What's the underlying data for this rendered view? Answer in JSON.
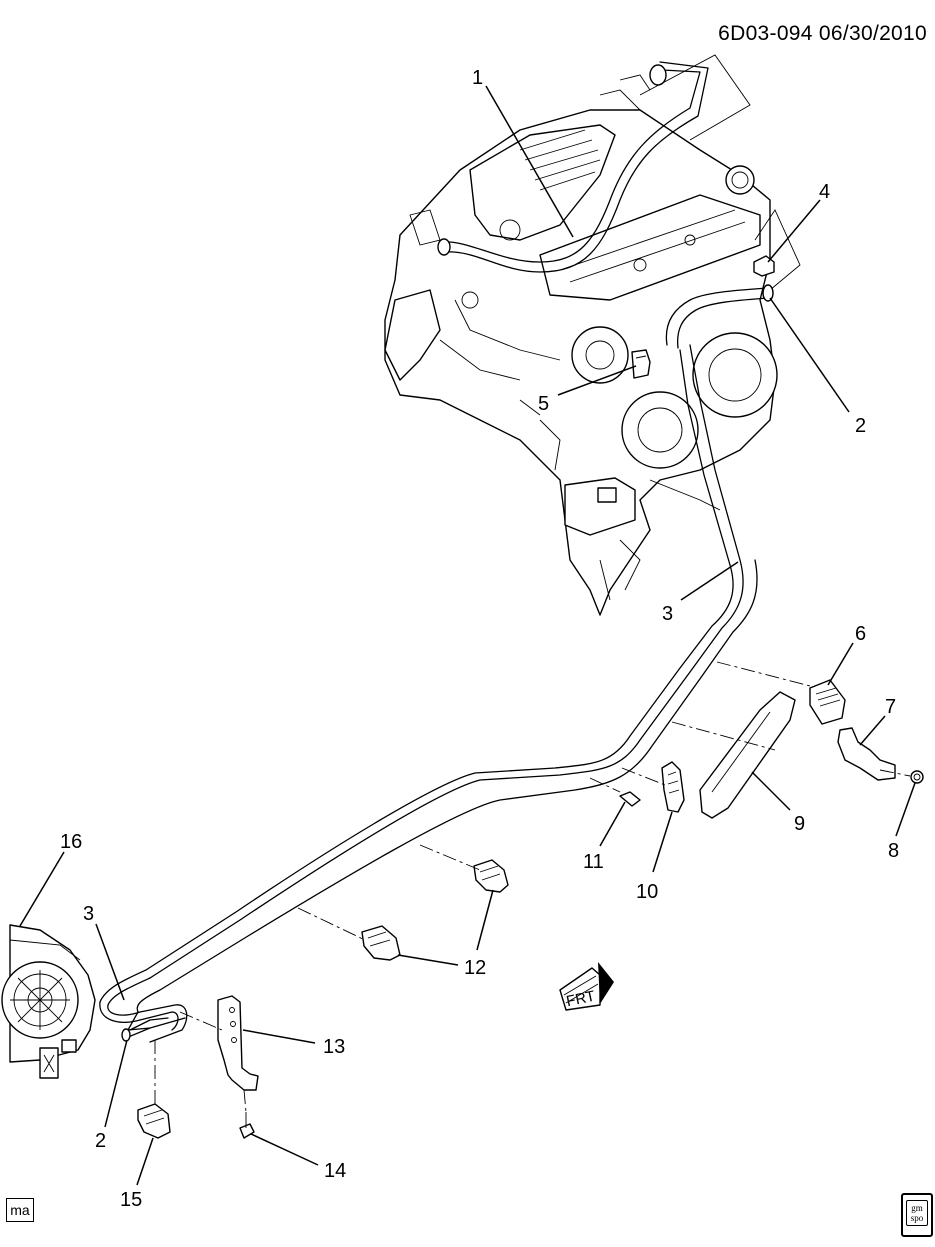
{
  "header": {
    "diagram_ref": "6D03-094  06/30/2010"
  },
  "callouts": [
    {
      "id": "c1",
      "label": "1"
    },
    {
      "id": "c2a",
      "label": "2"
    },
    {
      "id": "c2b",
      "label": "2"
    },
    {
      "id": "c3a",
      "label": "3"
    },
    {
      "id": "c3b",
      "label": "3"
    },
    {
      "id": "c4",
      "label": "4"
    },
    {
      "id": "c5",
      "label": "5"
    },
    {
      "id": "c6",
      "label": "6"
    },
    {
      "id": "c7",
      "label": "7"
    },
    {
      "id": "c8",
      "label": "8"
    },
    {
      "id": "c9",
      "label": "9"
    },
    {
      "id": "c10",
      "label": "10"
    },
    {
      "id": "c11",
      "label": "11"
    },
    {
      "id": "c12",
      "label": "12"
    },
    {
      "id": "c13",
      "label": "13"
    },
    {
      "id": "c14",
      "label": "14"
    },
    {
      "id": "c15",
      "label": "15"
    },
    {
      "id": "c16",
      "label": "16"
    }
  ],
  "front_indicator": {
    "label": "FRT"
  },
  "footer": {
    "left_badge": "ma",
    "logo_text_top": "gm",
    "logo_text_bottom": "spo"
  }
}
